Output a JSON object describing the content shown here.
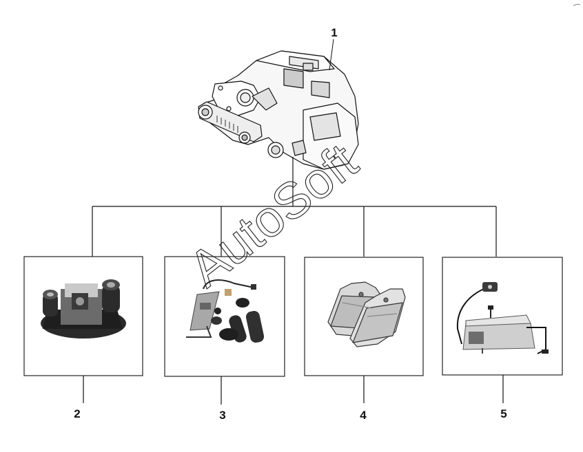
{
  "diagram": {
    "main_part": {
      "callout": "1",
      "icon": "brake-caliper-assembly"
    },
    "sub_parts": [
      {
        "callout": "2",
        "icon": "caliper-bridge-mechanism"
      },
      {
        "callout": "3",
        "icon": "guide-pin-and-seal-kit"
      },
      {
        "callout": "4",
        "icon": "brake-pad-set"
      },
      {
        "callout": "5",
        "icon": "wear-sensor-and-pad-retainer"
      }
    ],
    "watermark": "AutoSoft",
    "colors": {
      "line": "#111111",
      "box_border": "#222222",
      "background": "#ffffff"
    }
  }
}
